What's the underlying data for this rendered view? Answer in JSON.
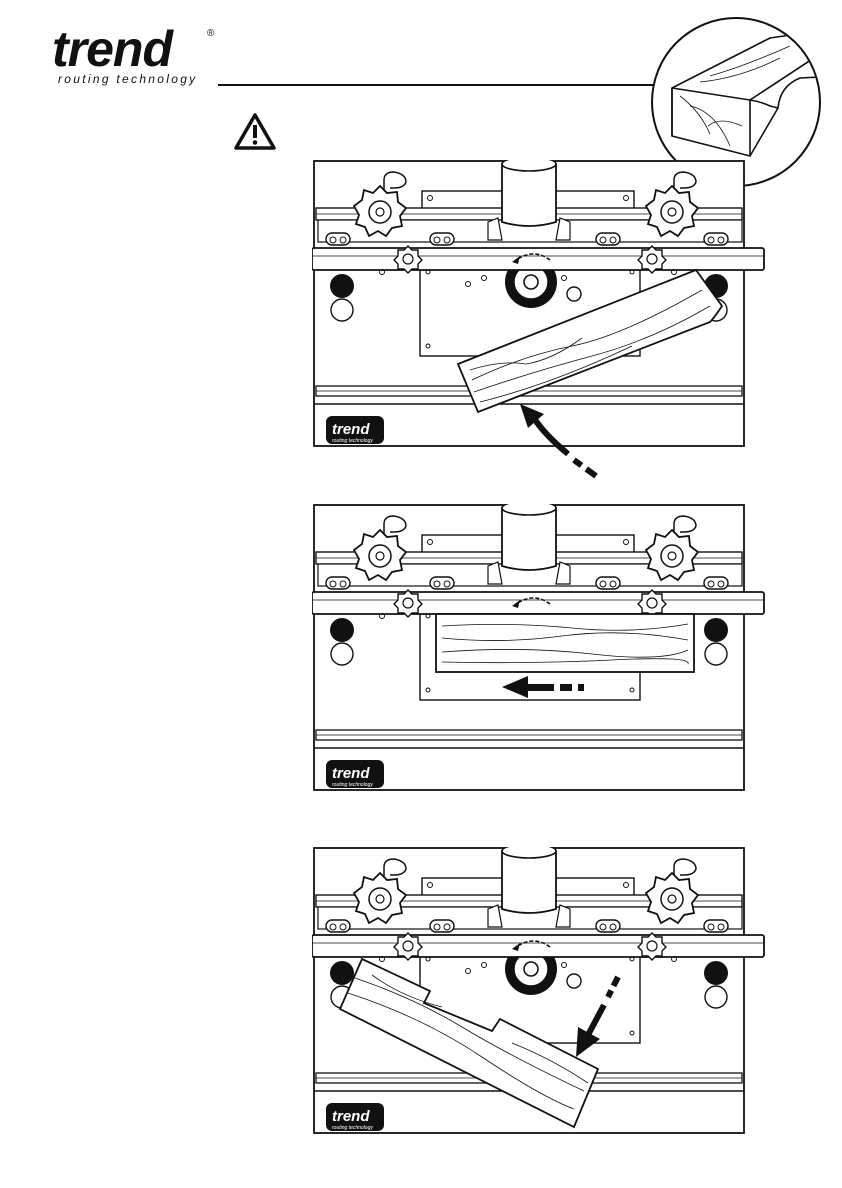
{
  "brand": {
    "name": "trend",
    "registered": "®",
    "tagline": "routing technology"
  },
  "icons": {
    "warning": "warning-triangle-icon",
    "profile": "workpiece-profile-icon"
  },
  "figures": [
    {
      "id": "start-feed",
      "badge_name": "trend",
      "badge_tagline": "routing technology"
    },
    {
      "id": "feed-along-fence",
      "badge_name": "trend",
      "badge_tagline": "routing technology"
    },
    {
      "id": "finish-feed",
      "badge_name": "trend",
      "badge_tagline": "routing technology"
    }
  ]
}
